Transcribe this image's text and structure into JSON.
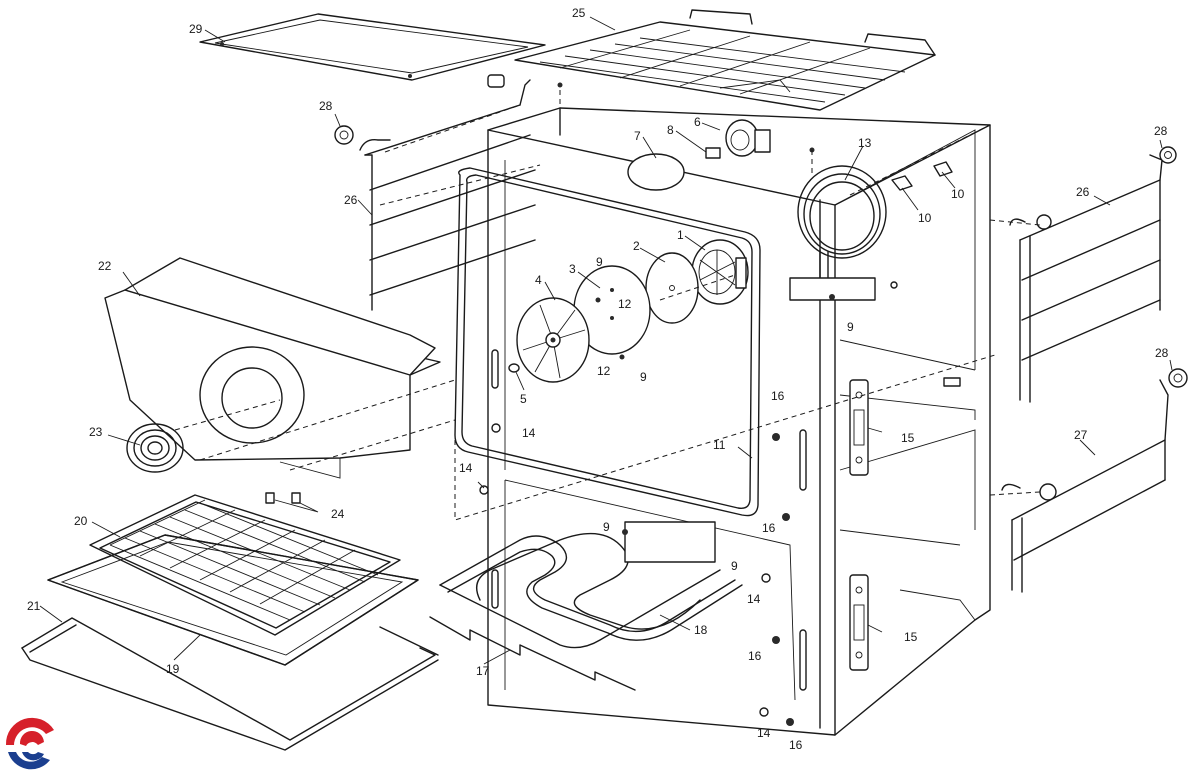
{
  "diagram": {
    "labels": {
      "l1": "1",
      "l2": "2",
      "l3": "3",
      "l4": "4",
      "l5": "5",
      "l6": "6",
      "l7": "7",
      "l8": "8",
      "l9a": "9",
      "l9b": "9",
      "l9c": "9",
      "l9d": "9",
      "l9e": "9",
      "l10a": "10",
      "l10b": "10",
      "l11": "11",
      "l12a": "12",
      "l12b": "12",
      "l13": "13",
      "l14a": "14",
      "l14b": "14",
      "l14c": "14",
      "l14d": "14",
      "l15a": "15",
      "l15b": "15",
      "l16a": "16",
      "l16b": "16",
      "l16c": "16",
      "l16d": "16",
      "l17": "17",
      "l18": "18",
      "l19": "19",
      "l20": "20",
      "l21": "21",
      "l22": "22",
      "l23": "23",
      "l24": "24",
      "l25": "25",
      "l26a": "26",
      "l26b": "26",
      "l27": "27",
      "l28a": "28",
      "l28b": "28",
      "l28c": "28",
      "l29": "29"
    },
    "logo": {
      "icon": "brand-logo-icon",
      "colors": [
        "#d6202a",
        "#1b3f8f"
      ]
    }
  }
}
